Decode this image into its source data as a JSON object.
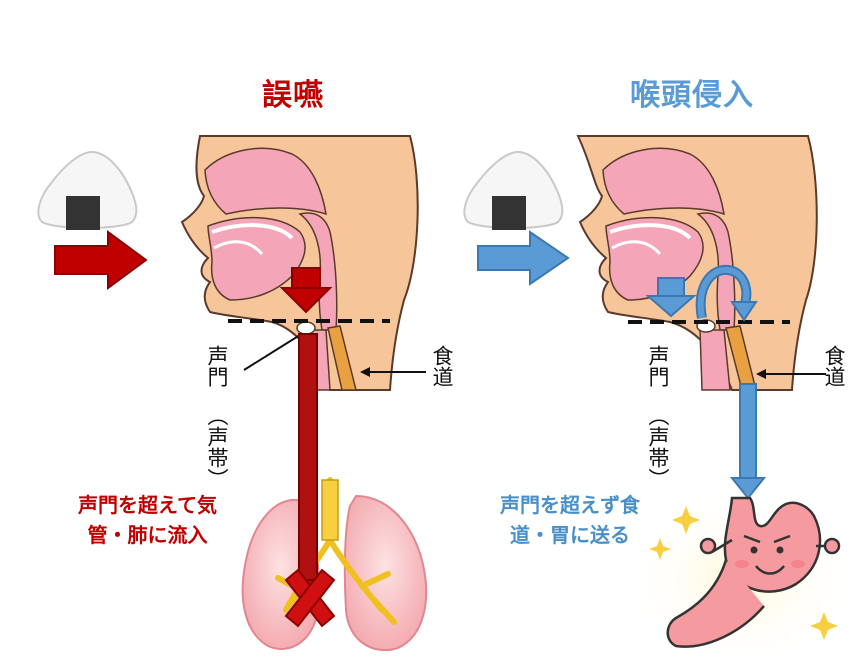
{
  "panels": {
    "left": {
      "title": "誤嚥",
      "glottis_label": "声門",
      "vocal_cord_label": "（声帯）",
      "esophagus_label": "食道",
      "caption_line1": "声門を超えて気",
      "caption_line2": "管・肺に流入"
    },
    "right": {
      "title": "喉頭侵入",
      "glottis_label": "声門",
      "vocal_cord_label": "（声帯）",
      "esophagus_label": "食道",
      "caption_line1": "声門を超えず食",
      "caption_line2": "道・胃に送る"
    }
  },
  "colors": {
    "aspiration": "#c00000",
    "aspiration_arrow": "#b01010",
    "penetration": "#5b9bd5",
    "penetration_text": "#4a90c8",
    "skin": "#f7c59a",
    "mucosa": "#f4a5b8",
    "esophagus": "#e8a040",
    "lung": "#f6b8bd",
    "stomach": "#f59a9e"
  }
}
